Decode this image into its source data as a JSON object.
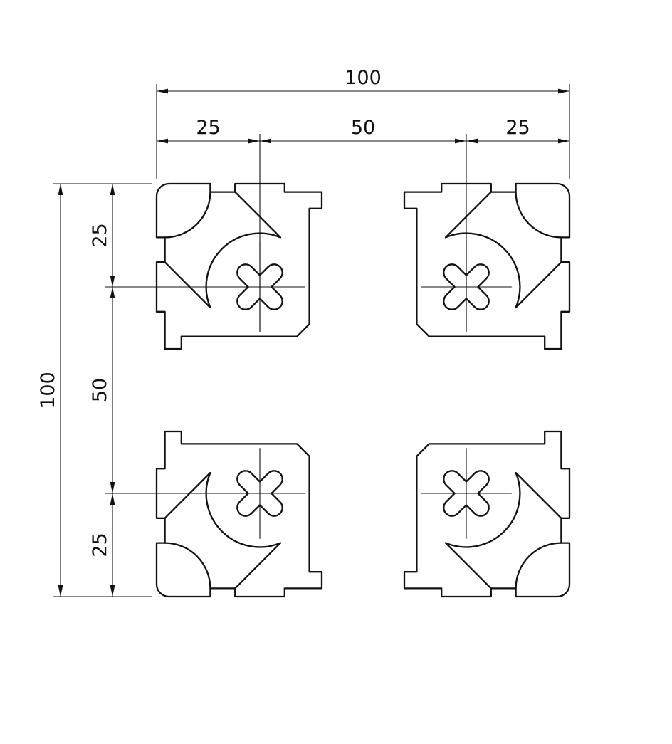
{
  "drawing": {
    "colors": {
      "line": "#111111",
      "background": "#ffffff"
    },
    "dimensions": {
      "top": {
        "overall": "100",
        "segments": [
          "25",
          "50",
          "25"
        ]
      },
      "left": {
        "overall": "100",
        "segments": [
          "25",
          "50",
          "25"
        ]
      }
    }
  }
}
